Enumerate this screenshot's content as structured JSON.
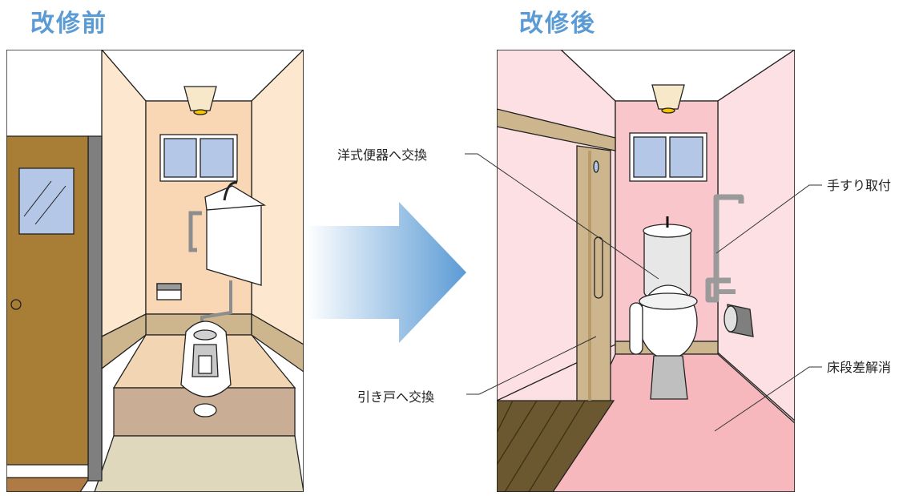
{
  "before": {
    "title": "改修前"
  },
  "after": {
    "title": "改修後"
  },
  "callouts": {
    "toilet": "洋式便器へ交換",
    "door": "引き戸へ交換",
    "rail": "手すり取付",
    "floor": "床段差解消"
  },
  "colors": {
    "heading": "#5b9bd5",
    "before_wall": "#fde8cf",
    "before_back_wall": "#f9d7b5",
    "after_wall": "#fde0e3",
    "after_back_wall": "#f9c6cb",
    "after_floor": "#f7b8bd",
    "door_wood": "#a87d35",
    "arrow": "#5b9bd5"
  }
}
